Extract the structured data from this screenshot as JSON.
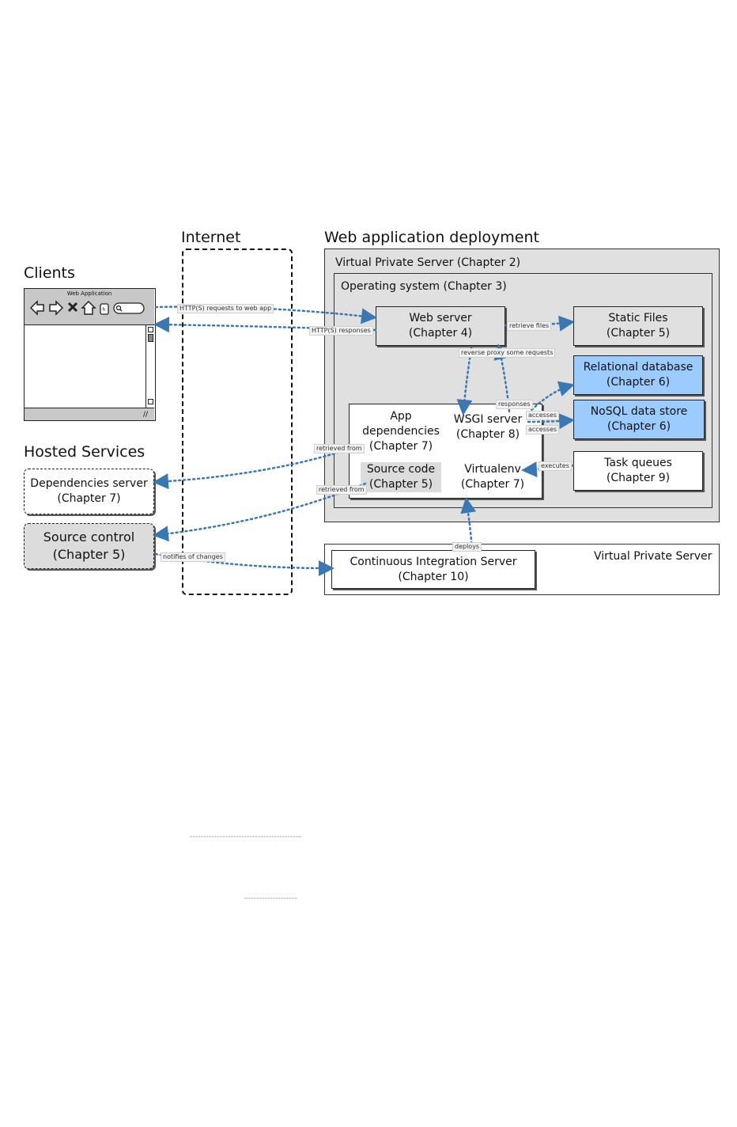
{
  "headings": {
    "internet": "Internet",
    "deployment": "Web application deployment",
    "clients": "Clients",
    "hosted": "Hosted Services"
  },
  "browser": {
    "title": "Web Application",
    "icons": [
      "back-arrow-icon",
      "forward-arrow-icon",
      "stop-icon",
      "home-icon",
      "page-icon",
      "search-icon"
    ]
  },
  "containers": {
    "vps_main": "Virtual Private Server (Chapter 2)",
    "os": "Operating system (Chapter 3)",
    "vps_ci": "Virtual Private Server"
  },
  "nodes": {
    "web_server": [
      "Web server",
      "(Chapter 4)"
    ],
    "static_files": [
      "Static Files",
      "(Chapter 5)"
    ],
    "relational_db": [
      "Relational database",
      "(Chapter 6)"
    ],
    "nosql": [
      "NoSQL data store",
      "(Chapter 6)"
    ],
    "task_queues": [
      "Task queues",
      "(Chapter 9)"
    ],
    "app_deps": [
      "App",
      "dependencies",
      "(Chapter 7)"
    ],
    "wsgi": [
      "WSGI server",
      "(Chapter 8)"
    ],
    "source_code": [
      "Source code",
      "(Chapter 5)"
    ],
    "virtualenv": [
      "Virtualenv",
      "(Chapter 7)"
    ],
    "deps_server": [
      "Dependencies server",
      "(Chapter 7)"
    ],
    "source_control": [
      "Source control",
      "(Chapter 5)"
    ],
    "ci_server": [
      "Continuous Integration Server",
      "(Chapter 10)"
    ]
  },
  "edges": {
    "http_requests": "HTTP(S) requests to web app",
    "http_responses": "HTTP(S) responses",
    "retrieve_files": "retrieve files",
    "reverse_proxy": "reverse proxy some requests",
    "responses": "responses",
    "accesses_1": "accesses",
    "accesses_2": "accesses",
    "executes": "executes",
    "retrieved_from_1": "retrieved from",
    "retrieved_from_2": "retrieved from",
    "deploys": "deploys",
    "notifies": "notifies of changes"
  },
  "colors": {
    "arrow": "#3a78b5",
    "blue_box": "#9ccbff",
    "gray_box": "#dcdcdc",
    "container": "#e0e0e0"
  }
}
